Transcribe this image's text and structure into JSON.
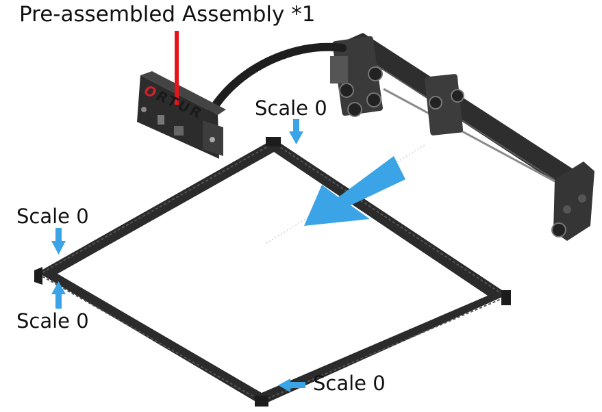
{
  "callouts": {
    "title": "Pre-assembled Assembly *1",
    "top": "Scale 0",
    "left_upper": "Scale 0",
    "left_lower": "Scale 0",
    "bottom": "Scale 0"
  },
  "logo": {
    "first_letter": "O",
    "rest": "RTUR"
  },
  "colors": {
    "callout_arrow": "#3aa4e6",
    "indicator_line": "#e6141a",
    "frame": "#2a2a2a",
    "text": "#111111"
  }
}
